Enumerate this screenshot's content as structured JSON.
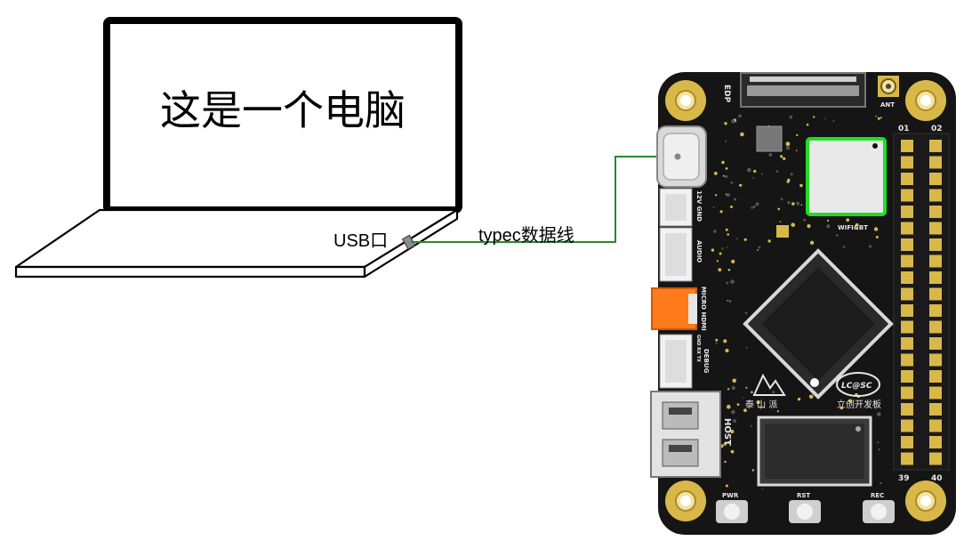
{
  "laptop": {
    "screen_text": "这是一个电脑",
    "usb_port_label": "USB口"
  },
  "cable": {
    "label": "typec数据线",
    "color": "#2a8a2a"
  },
  "board": {
    "colors": {
      "pcb": "#151515",
      "pad": "#d9b84a",
      "wifi_outline": "#22dd22",
      "hdmi": "#ff7a1a"
    },
    "silkscreen": {
      "edp": "EDP",
      "ant": "ANT",
      "pin_1": "01",
      "pin_2": "02",
      "pin_39": "39",
      "pin_40": "40",
      "power": "12V GND",
      "audio": "AUDIO",
      "hdmi": "MICRO HDMI",
      "debug": "DEBUG",
      "debug_pins": "GND RX TX",
      "host": "HOST",
      "wifi": "WIFI&BT",
      "logo_right": "LC@SC",
      "brand_right": "立创开发板",
      "brand_left": "泰 山 派",
      "btn_pwr": "PWR",
      "btn_rst": "RST",
      "btn_rec": "REC"
    }
  }
}
